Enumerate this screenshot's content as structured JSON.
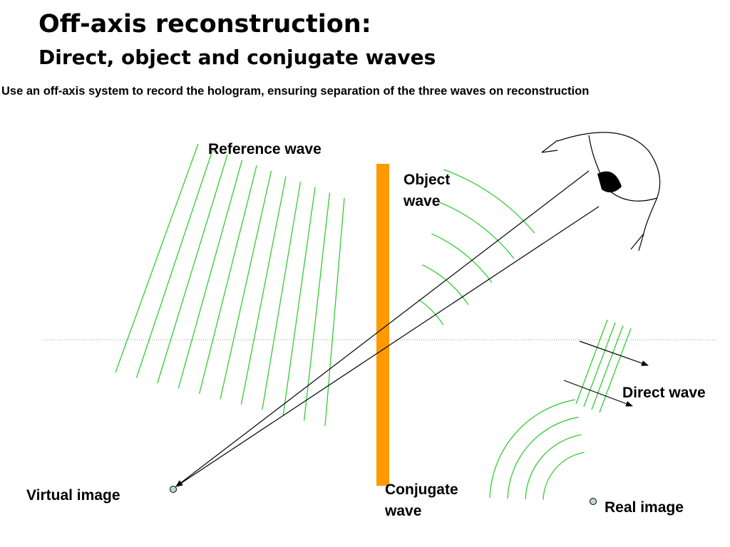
{
  "title": "Off-axis  reconstruction:",
  "subtitle": "Direct, object and conjugate waves",
  "instruction": "Use an off-axis system to record the hologram, ensuring separation of the three waves on reconstruction",
  "labels": {
    "reference_wave": "Reference wave",
    "object_wave_line1": "Object",
    "object_wave_line2": "wave",
    "direct_wave": "Direct wave",
    "conjugate_wave_line1": "Conjugate",
    "conjugate_wave_line2": "wave",
    "virtual_image": "Virtual image",
    "real_image": "Real image"
  },
  "colors": {
    "wavefront": "#33cc33",
    "hologram_plate": "#ff9900",
    "ray": "#000000",
    "image_point": "#b8dcc8",
    "axis": "#999999"
  }
}
